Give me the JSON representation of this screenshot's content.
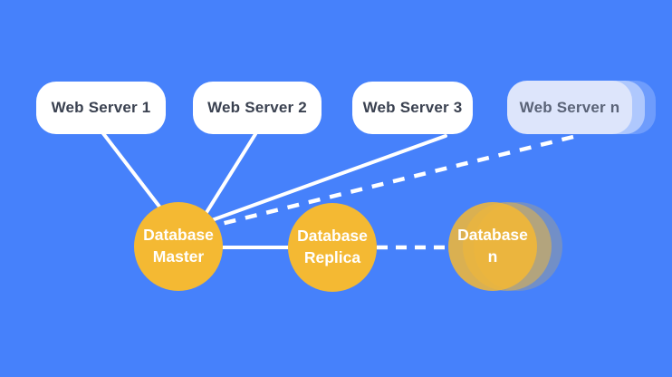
{
  "diagram": {
    "description": "Database scaling architecture: web servers connecting to a master database with replicas",
    "colors": {
      "background": "#4681fb",
      "server_box": "#ffffff",
      "server_box_faded": "#dde5fb",
      "server_text": "#3a4150",
      "server_text_faded": "#5a6377",
      "database_circle": "#f4b933",
      "connector": "#ffffff"
    },
    "web_servers": [
      {
        "label": "Web Server 1"
      },
      {
        "label": "Web Server 2"
      },
      {
        "label": "Web Server 3"
      },
      {
        "label": "Web Server n"
      }
    ],
    "databases": [
      {
        "line1": "Database",
        "line2": "Master"
      },
      {
        "line1": "Database",
        "line2": "Replica"
      },
      {
        "line1": "Database",
        "line2": "n"
      }
    ],
    "edges": [
      {
        "from": "Web Server 1",
        "to": "Database Master",
        "style": "solid"
      },
      {
        "from": "Web Server 2",
        "to": "Database Master",
        "style": "solid"
      },
      {
        "from": "Web Server 3",
        "to": "Database Master",
        "style": "solid"
      },
      {
        "from": "Web Server n",
        "to": "Database Master",
        "style": "dashed"
      },
      {
        "from": "Database Master",
        "to": "Database Replica",
        "style": "solid"
      },
      {
        "from": "Database Replica",
        "to": "Database n",
        "style": "dashed"
      }
    ]
  }
}
